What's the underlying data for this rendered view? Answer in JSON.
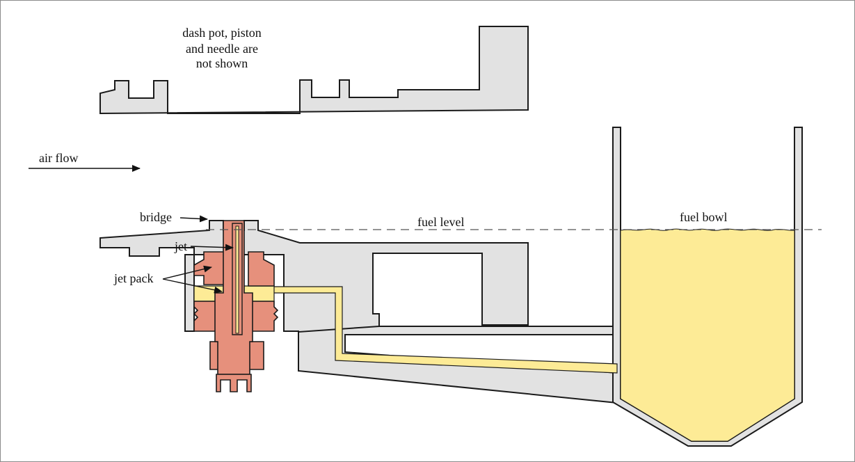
{
  "diagram": {
    "labels": {
      "note_line1": "dash pot, piston",
      "note_line2": "and needle are",
      "note_line3": "not shown",
      "air_flow": "air flow",
      "bridge": "bridge",
      "jet": "jet",
      "jet_pack": "jet pack",
      "fuel_level": "fuel level",
      "fuel_bowl": "fuel bowl"
    },
    "colors": {
      "body": "#e2e2e2",
      "fuel": "#fdeb96",
      "brass": "#e6907c",
      "outline": "#1a1a1a",
      "background": "#ffffff"
    }
  }
}
